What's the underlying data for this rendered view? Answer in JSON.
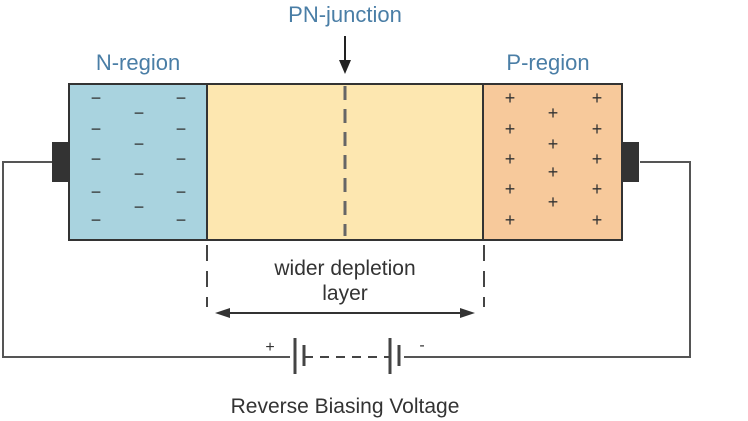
{
  "labels": {
    "junction": "PN-junction",
    "n_region": "N-region",
    "p_region": "P-region",
    "depletion_line1": "wider depletion",
    "depletion_line2": "layer",
    "caption": "Reverse Biasing Voltage",
    "battery_plus": "+",
    "battery_minus": "-"
  },
  "colors": {
    "n_region": "#a9d3df",
    "depletion": "#fde7b0",
    "p_region": "#f7c99b",
    "terminal": "#333333",
    "label_blue": "#4a7ea6"
  },
  "charges": {
    "n_sign": "−",
    "p_sign": "+"
  }
}
